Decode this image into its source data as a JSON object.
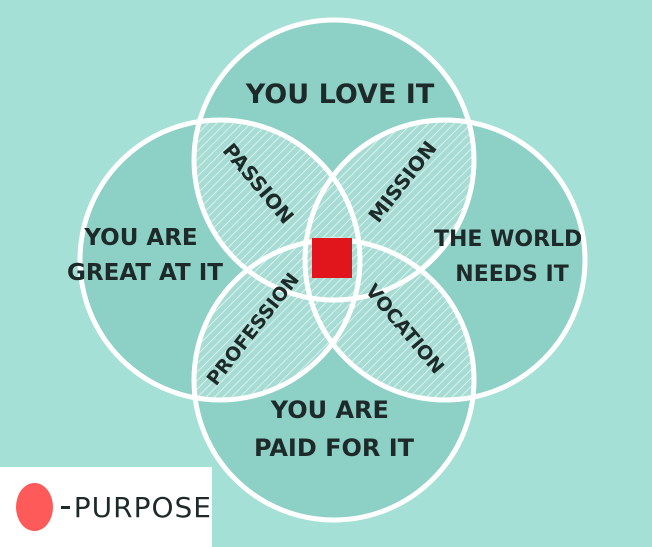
{
  "colors": {
    "background": "#a4e0d6",
    "circle_fill": "#8dd0c6",
    "outline": "#ffffff",
    "center": "#e0161c",
    "legend_dot": "#ff5a5a",
    "text": "#1e2a2a"
  },
  "diagram": {
    "circles": {
      "top": [
        "YOU LOVE IT"
      ],
      "left": [
        "YOU ARE",
        "GREAT AT IT"
      ],
      "right": [
        "THE WORLD",
        "NEEDS IT"
      ],
      "bottom": [
        "YOU ARE",
        "PAID FOR IT"
      ]
    },
    "intersections": {
      "passion": "PASSION",
      "mission": "MISSION",
      "profession": "PROFESSION",
      "vocation": "VOCATION"
    }
  },
  "legend": {
    "label": "PURPOSE"
  }
}
